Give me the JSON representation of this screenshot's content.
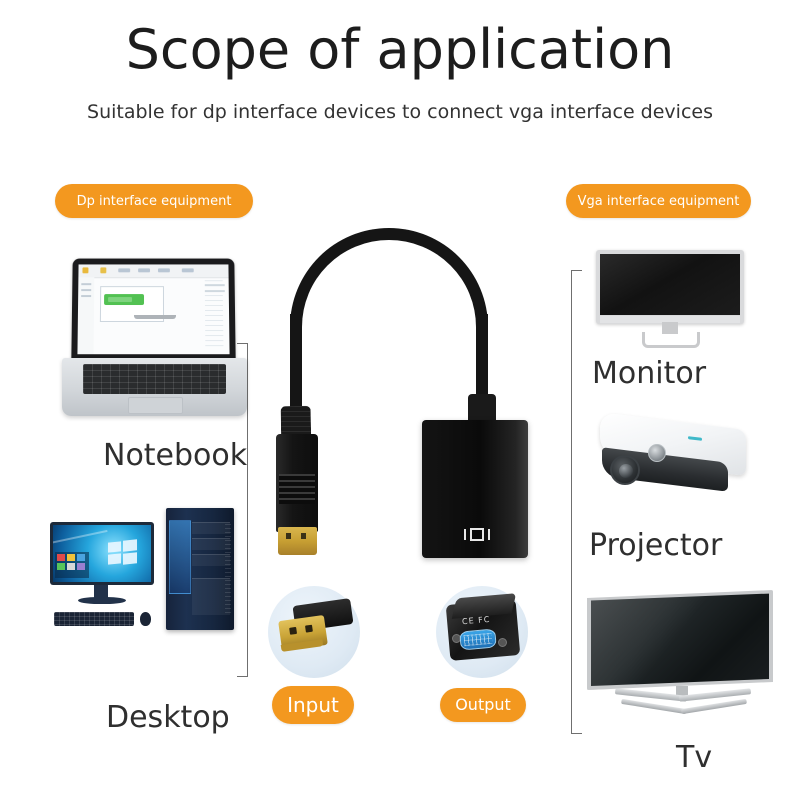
{
  "header": {
    "title": "Scope of application",
    "subtitle": "Suitable for dp interface devices to connect vga interface devices"
  },
  "badges": {
    "dp_side": "Dp interface equipment",
    "vga_side": "Vga interface equipment",
    "input": "Input",
    "output": "Output"
  },
  "left_devices": [
    {
      "label": "Notebook",
      "icon": "laptop-icon"
    },
    {
      "label": "Desktop",
      "icon": "desktop-pc-icon"
    }
  ],
  "right_devices": [
    {
      "label": "Monitor",
      "icon": "monitor-icon"
    },
    {
      "label": "Projector",
      "icon": "projector-icon"
    },
    {
      "label": "Tv",
      "icon": "tv-icon"
    }
  ],
  "product": {
    "name": "dp-to-vga-adapter",
    "connector_in": "displayport-male-connector",
    "connector_out": "vga-female-port",
    "body_icon": "display-glyph",
    "cert_marks": "CE FC"
  },
  "colors": {
    "badge_orange": "#f3981f",
    "badge_text": "#ffffff",
    "title_text": "#1d1d1d",
    "label_text": "#2f2f2f",
    "bracket_line": "#6f6f6f",
    "background": "#ffffff",
    "vga_port_blue": "#3aa5e8",
    "connector_gold": "#c9a336"
  }
}
